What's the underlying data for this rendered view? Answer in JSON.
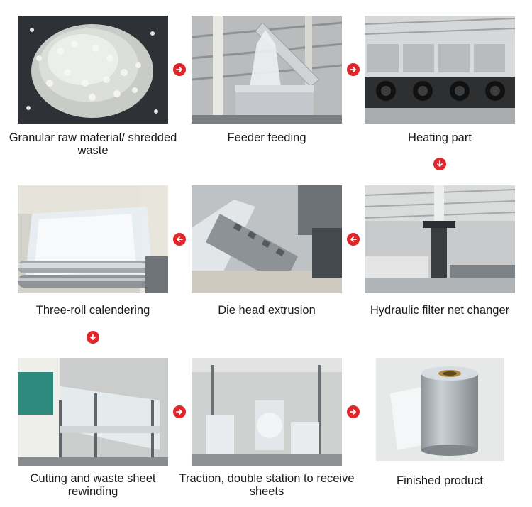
{
  "steps": [
    {
      "id": "raw-material",
      "label": "Granular raw material/ shredded waste",
      "icon": "plastic-granules-photo"
    },
    {
      "id": "feeder",
      "label": "Feeder feeding",
      "icon": "feeder-hopper-photo"
    },
    {
      "id": "heating",
      "label": "Heating part",
      "icon": "extruder-heating-barrel-photo"
    },
    {
      "id": "filter",
      "label": "Hydraulic filter net changer",
      "icon": "hydraulic-filter-photo"
    },
    {
      "id": "die-head",
      "label": "Die head extrusion",
      "icon": "die-head-photo"
    },
    {
      "id": "calendering",
      "label": "Three-roll calendering",
      "icon": "calender-rolls-photo"
    },
    {
      "id": "cutting",
      "label": "Cutting and waste sheet rewinding",
      "icon": "cutting-station-photo"
    },
    {
      "id": "traction",
      "label": "Traction, double station to receive sheets",
      "icon": "winder-station-photo"
    },
    {
      "id": "finished",
      "label": "Finished product",
      "icon": "film-roll-photo"
    }
  ],
  "arrows": [
    "right",
    "right",
    "down",
    "left",
    "left",
    "down",
    "right",
    "right"
  ],
  "colors": {
    "arrow": "#e0262b",
    "text": "#1a1a1a",
    "background": "#ffffff"
  }
}
